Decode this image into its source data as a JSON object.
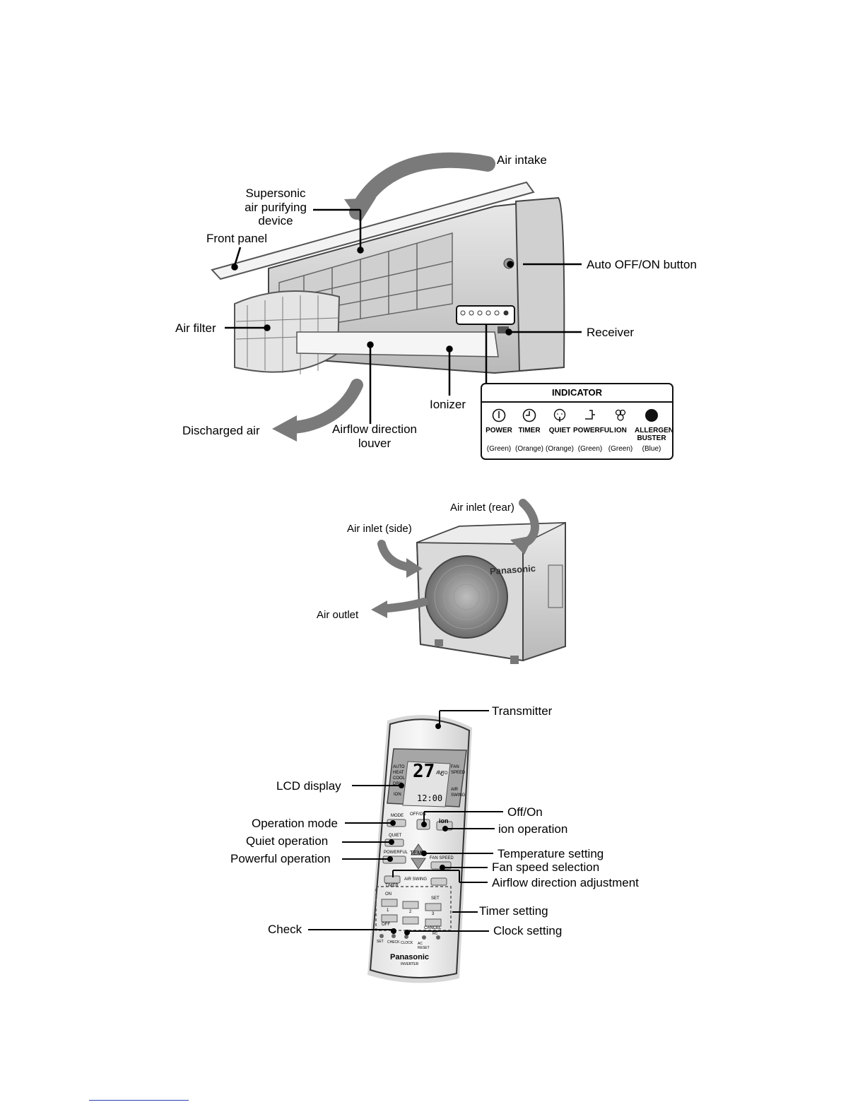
{
  "indoor_unit": {
    "labels": {
      "air_intake": "Air intake",
      "supersonic": [
        "Supersonic",
        "air purifying",
        "device"
      ],
      "front_panel": "Front panel",
      "auto_off_on_button": "Auto OFF/ON button",
      "air_filter": "Air filter",
      "receiver": "Receiver",
      "ionizer": "Ionizer",
      "discharged_air": "Discharged air",
      "airflow_direction_louver": [
        "Airflow direction",
        "louver"
      ]
    },
    "indicator": {
      "title": "INDICATOR",
      "items": [
        {
          "name": "POWER",
          "name2": "",
          "color": "(Green)",
          "icon": "power-icon"
        },
        {
          "name": "TIMER",
          "name2": "",
          "color": "(Orange)",
          "icon": "clock-icon"
        },
        {
          "name": "QUIET",
          "name2": "",
          "color": "(Orange)",
          "icon": "quiet-face-icon"
        },
        {
          "name": "POWERFUL",
          "name2": "",
          "color": "(Green)",
          "icon": "powerful-icon"
        },
        {
          "name": "ION",
          "name2": "",
          "color": "(Green)",
          "icon": "ion-icon"
        },
        {
          "name": "ALLERGEN",
          "name2": "BUSTER",
          "color": "(Blue)",
          "icon": "filled-circle-icon"
        }
      ]
    }
  },
  "outdoor_unit": {
    "labels": {
      "air_inlet_rear": "Air inlet (rear)",
      "air_inlet_side": "Air inlet (side)",
      "air_outlet": "Air outlet"
    },
    "brand": "Panasonic"
  },
  "remote": {
    "labels": {
      "transmitter": "Transmitter",
      "lcd_display": "LCD display",
      "off_on": "Off/On",
      "operation_mode": "Operation mode",
      "ion_operation": "ion operation",
      "quiet_operation": "Quiet operation",
      "temperature_setting": "Temperature setting",
      "powerful_operation": "Powerful operation",
      "fan_speed_selection": "Fan speed selection",
      "airflow_direction_adjustment": "Airflow direction adjustment",
      "timer_setting": "Timer setting",
      "check": "Check",
      "clock_setting": "Clock setting"
    },
    "display": {
      "temperature": "27",
      "unit": "°c",
      "time": "12:00",
      "modes": "AUTO HEAT COOL DRY",
      "ion": "ION",
      "auto": "AUTO",
      "fan_speed": "FAN SPEED",
      "air_swing": "AIR SWING"
    },
    "buttons": {
      "mode": "MODE",
      "off_on": "OFF/ON",
      "ion": "ion",
      "quiet": "QUIET",
      "powerful": "POWERFUL",
      "temp": "TEMP",
      "fan_speed": "FAN SPEED",
      "air_swing": "AIR SWING",
      "timer": "TIMER",
      "on": "ON",
      "off": "OFF",
      "set": "SET",
      "cancel": "CANCEL",
      "n1": "1",
      "n2": "2",
      "n3": "3",
      "set_small": "SET",
      "check": "CHECK",
      "clock": "CLOCK",
      "ac_reset": "AC RESET",
      "rc": "RC"
    },
    "brand": "Panasonic",
    "sub_brand": "INVERTER"
  }
}
